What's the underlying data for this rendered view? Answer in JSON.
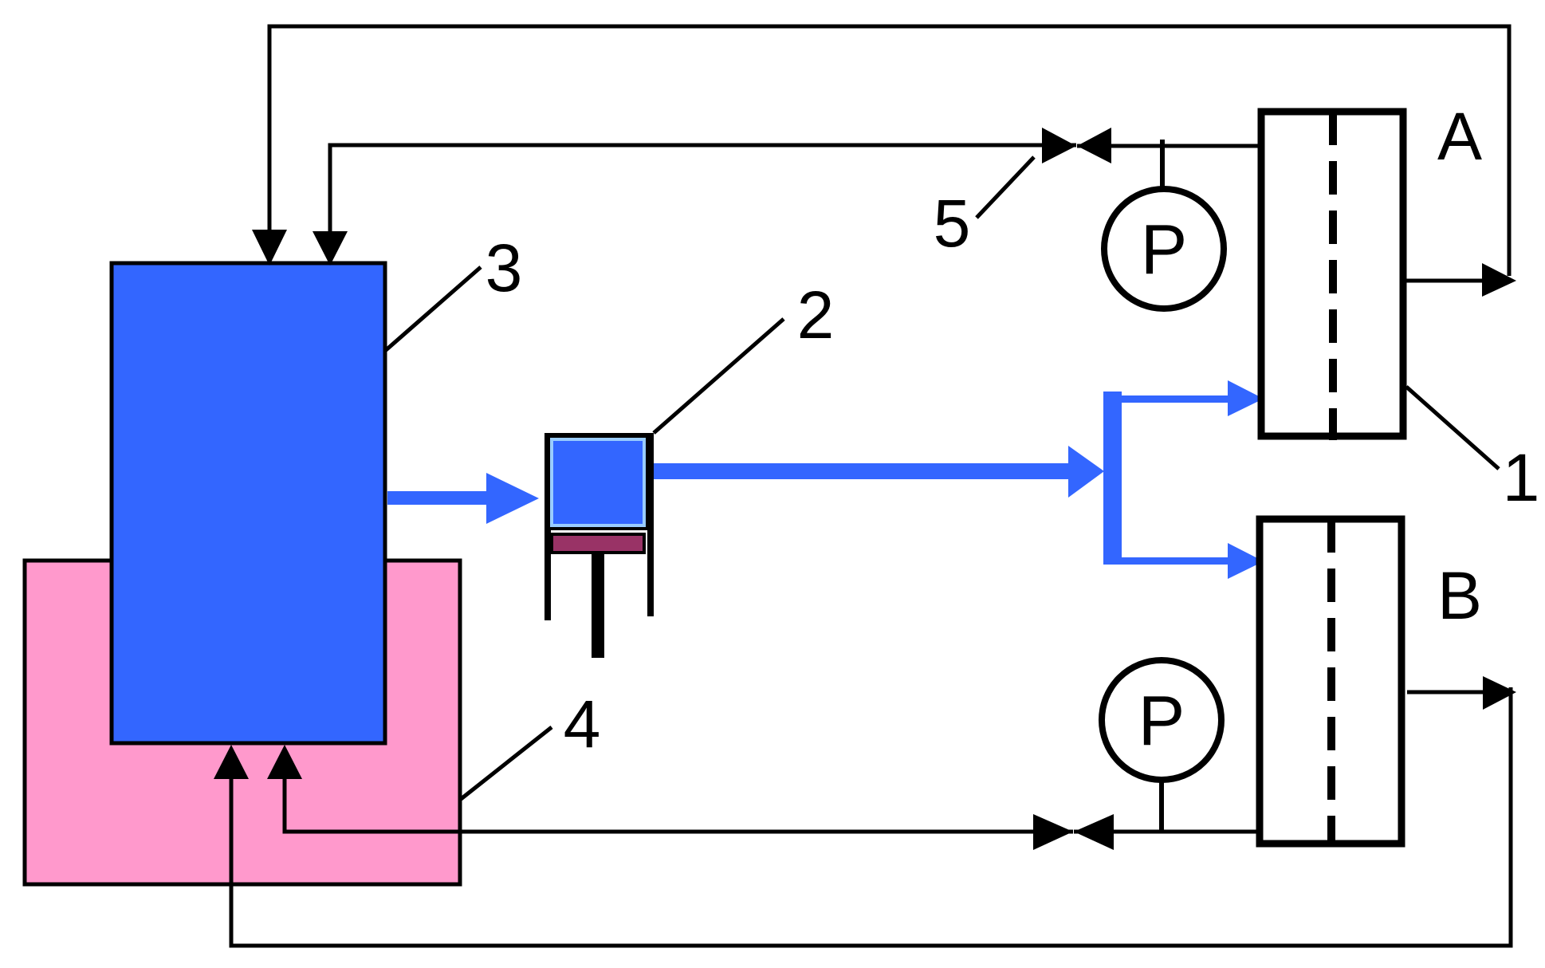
{
  "labels": {
    "callout_1": "1",
    "callout_2": "2",
    "callout_3": "3",
    "callout_4": "4",
    "callout_5": "5",
    "module_a": "A",
    "module_b": "B",
    "gauge_top": "P",
    "gauge_bottom": "P"
  },
  "colors": {
    "tank_blue": "#3366ff",
    "bath_pink": "#ff99cc",
    "piston_maroon": "#993366",
    "pump_edge": "#99ccff",
    "line": "#000000",
    "background": "#ffffff"
  }
}
